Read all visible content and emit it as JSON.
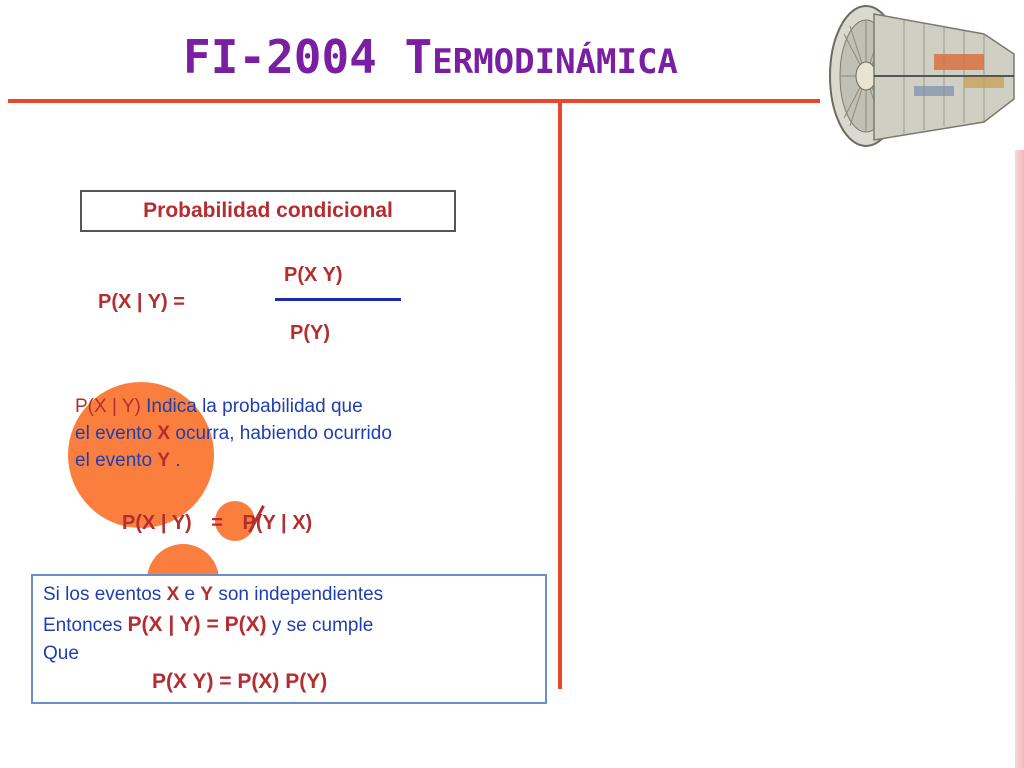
{
  "title": {
    "main_prefix": "FI-2004 T",
    "main_rest": "ERMODINÁMICA"
  },
  "heading": "Probabilidad condicional",
  "formula": {
    "lhs": "P(X | Y)  =",
    "numerator": "P(X Y)",
    "denominator": "P(Y)"
  },
  "description": {
    "line1_term": "P(X | Y)",
    "line1_text": " Indica la probabilidad que",
    "line2_pre": "el evento ",
    "line2_var": "X",
    "line2_post": " ocurra,  habiendo ocurrido",
    "line3_pre": "el evento ",
    "line3_var": "Y",
    "line3_post": " ."
  },
  "inequality": {
    "left": "P(X | Y)",
    "op": "=",
    "right": "P(Y | X)"
  },
  "info": {
    "line1_pre": "Si los eventos ",
    "line1_x": "X",
    "line1_mid": " e ",
    "line1_y": "Y",
    "line1_post": " son independientes",
    "line2_pre": "Entonces  ",
    "line2_formula": "P(X | Y) = P(X)",
    "line2_post": " y se cumple",
    "line3": "Que",
    "line4_formula": "P(X Y) = P(X) P(Y)"
  },
  "colors": {
    "title": "#7a1fa2",
    "accent_red": "#e8482a",
    "formula_red": "#b42d2f",
    "text_blue": "#1f3fb0",
    "circle_orange": "#fa7e3e",
    "info_border": "#6a8fc8"
  },
  "image": {
    "name": "turbine-engine-illustration"
  }
}
